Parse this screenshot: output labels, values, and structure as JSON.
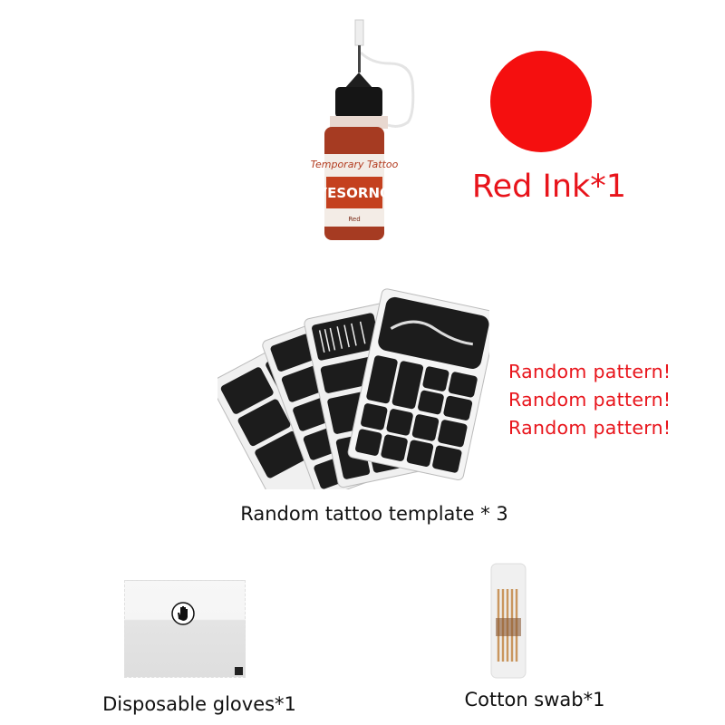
{
  "ink": {
    "bottle_label_top": "Temporary Tattoo",
    "bottle_label_brand": "YESORNO",
    "bottle_label_color": "Red",
    "dot_color": "#f50f0f",
    "label": "Red Ink*1"
  },
  "templates": {
    "patterns": [
      "Random pattern!",
      "Random pattern!",
      "Random pattern!"
    ],
    "caption": "Random tattoo template * 3"
  },
  "gloves": {
    "icon": "hand-icon",
    "caption": "Disposable gloves*1"
  },
  "swab": {
    "caption": "Cotton swab*1"
  },
  "colors": {
    "accent_red": "#e8141b",
    "stencil": "#1c1c1c"
  }
}
